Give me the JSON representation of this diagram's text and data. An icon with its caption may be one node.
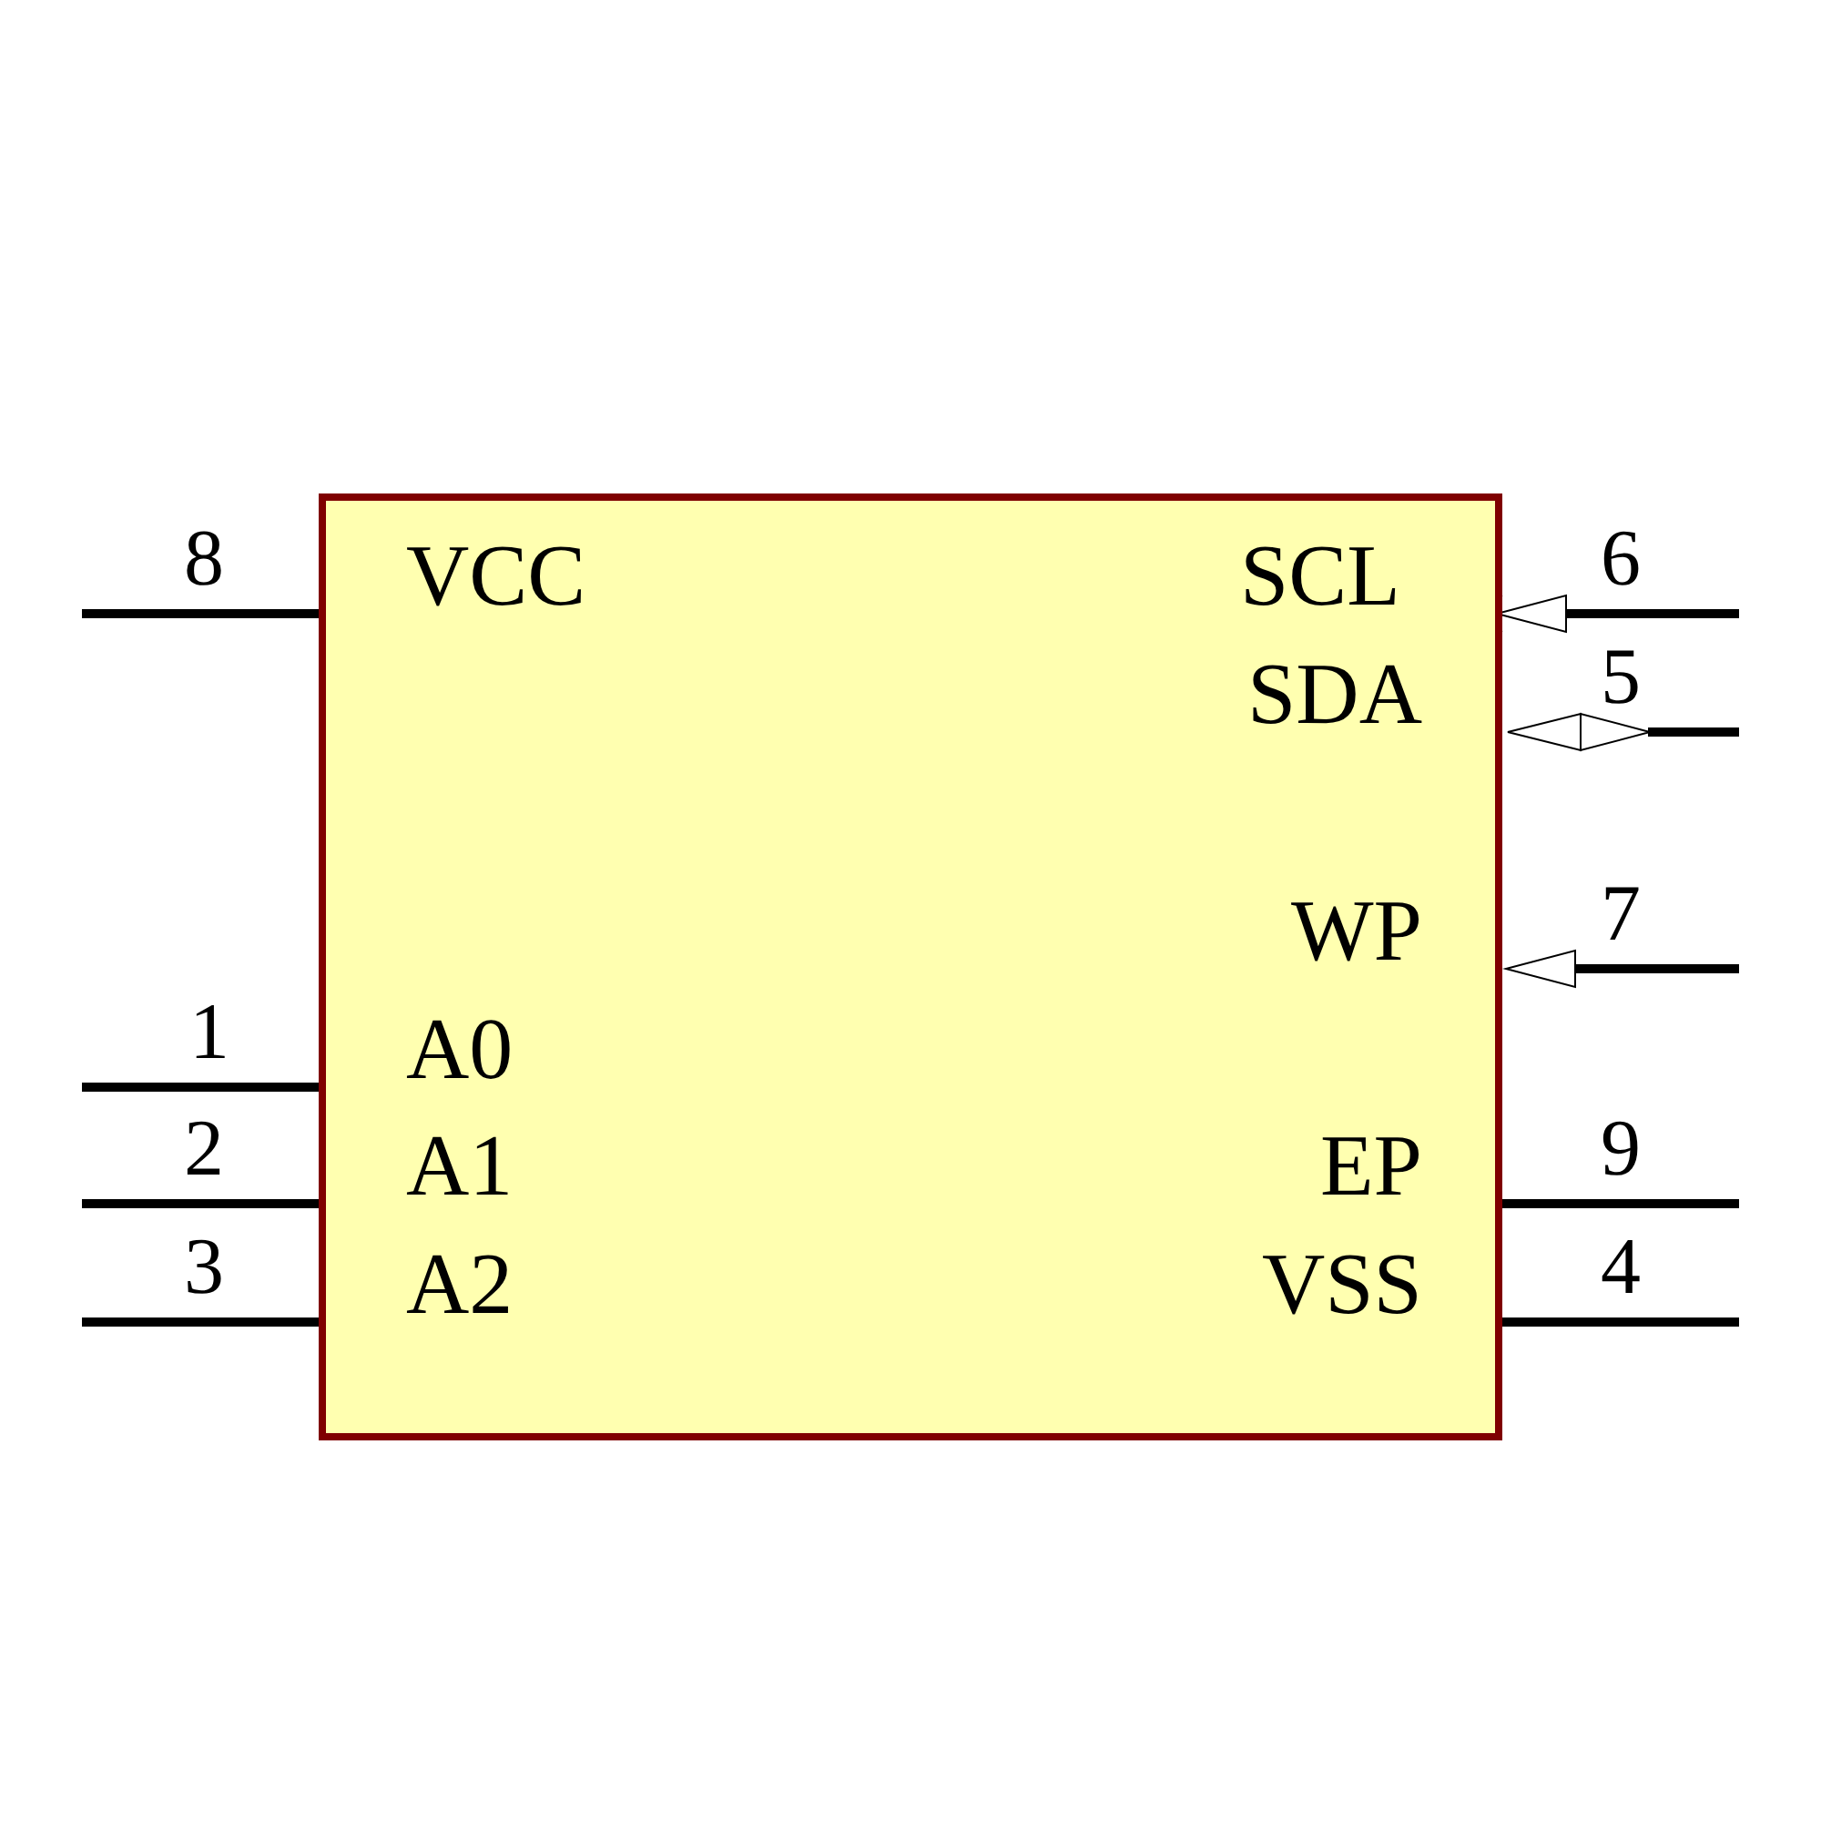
{
  "diagram": {
    "nodes": [
      {
        "text": [
          "VCC",
          "SCL",
          "SDA",
          "WP",
          "A0",
          "A1",
          "EP",
          "A2",
          "VSS"
        ]
      }
    ],
    "labels": [
      "8",
      "6",
      "5",
      "7",
      "1",
      "2",
      "9",
      "3",
      "4"
    ]
  }
}
